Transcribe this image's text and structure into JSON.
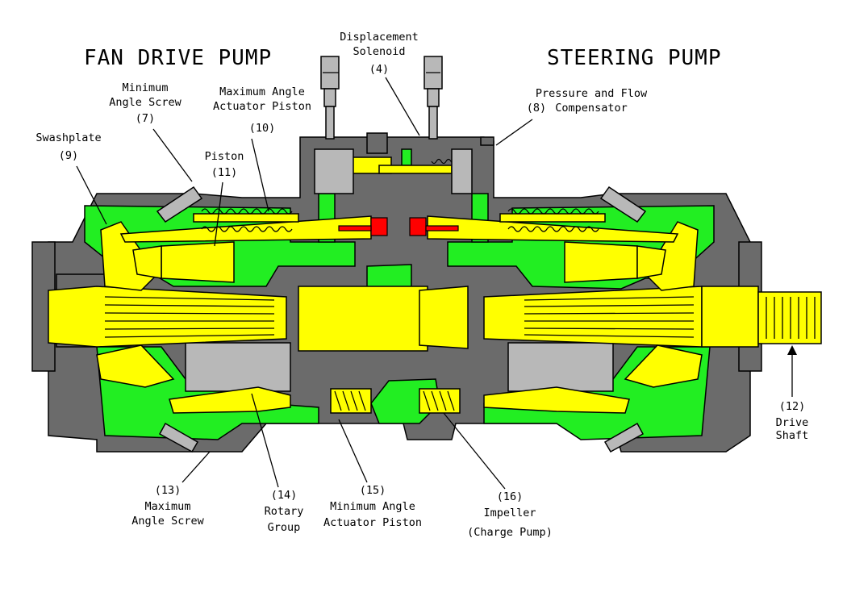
{
  "titles": {
    "left": "FAN DRIVE PUMP",
    "right": "STEERING PUMP"
  },
  "callouts": {
    "displacement_solenoid": {
      "line1": "Displacement",
      "line2": "Solenoid",
      "num": "(4)"
    },
    "min_angle_screw_top": {
      "line1": "Minimum",
      "line2": "Angle Screw",
      "num": "(7)"
    },
    "max_angle_actuator": {
      "line1": "Maximum Angle",
      "line2": "Actuator Piston",
      "num": "(10)"
    },
    "pressure_flow_comp": {
      "line1": "Pressure and Flow",
      "line2": "Compensator",
      "num": "(8)"
    },
    "swashplate": {
      "line1": "Swashplate",
      "num": "(9)"
    },
    "piston": {
      "line1": "Piston",
      "num": "(11)"
    },
    "drive_shaft": {
      "num": "(12)",
      "line1": "Drive",
      "line2": "Shaft"
    },
    "max_angle_screw": {
      "num": "(13)",
      "line1": "Maximum",
      "line2": "Angle Screw"
    },
    "rotary_group": {
      "num": "(14)",
      "line1": "Rotary",
      "line2": "Group"
    },
    "min_angle_actuator": {
      "num": "(15)",
      "line1": "Minimum Angle",
      "line2": "Actuator Piston"
    },
    "impeller": {
      "num": "(16)",
      "line1": "Impeller",
      "line2": "(Charge Pump)"
    }
  },
  "colors": {
    "housing": "#6b6b6b",
    "light_gray": "#b8b8b8",
    "moving_parts": "#ffff00",
    "oil": "#22ee22",
    "high_pressure": "#ff0000"
  }
}
